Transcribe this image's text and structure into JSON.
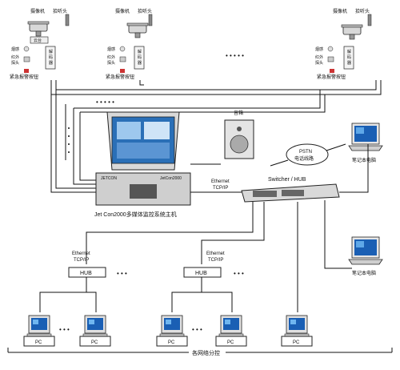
{
  "stations": {
    "camera_label": "摄像机",
    "pickup_label": "拾听头",
    "pantilt_label": "云台",
    "smoke_label": "烟感",
    "infrared_label_1": "红外",
    "infrared_label_2": "探头",
    "decoder_label": "解\n码\n器",
    "alarm_button_label": "紧急报警按钮"
  },
  "host": {
    "label": "Jet Con2000多媒体监控系统主机",
    "brand": "JETCON",
    "model": "JetCon2000"
  },
  "speaker": {
    "label": "音箱"
  },
  "pstn": {
    "line1": "PSTN",
    "line2": "电话线路"
  },
  "switch": {
    "label": "Switcher / HUB"
  },
  "links": {
    "ethernet_main_1": "Ethernet",
    "ethernet_main_2": "TCP/IP",
    "ethernet_left_1": "Ethernet",
    "ethernet_left_2": "TCP/IP",
    "ethernet_mid_1": "Ethernet",
    "ethernet_mid_2": "TCP/IP"
  },
  "laptops": {
    "label": "笔记本电脑"
  },
  "hubs": {
    "label": "HUB"
  },
  "pcs": {
    "label": "PC"
  },
  "ellipsis": "• • • • •",
  "ellipsis_short": "• • •",
  "footer": {
    "label": "各网络分控"
  }
}
